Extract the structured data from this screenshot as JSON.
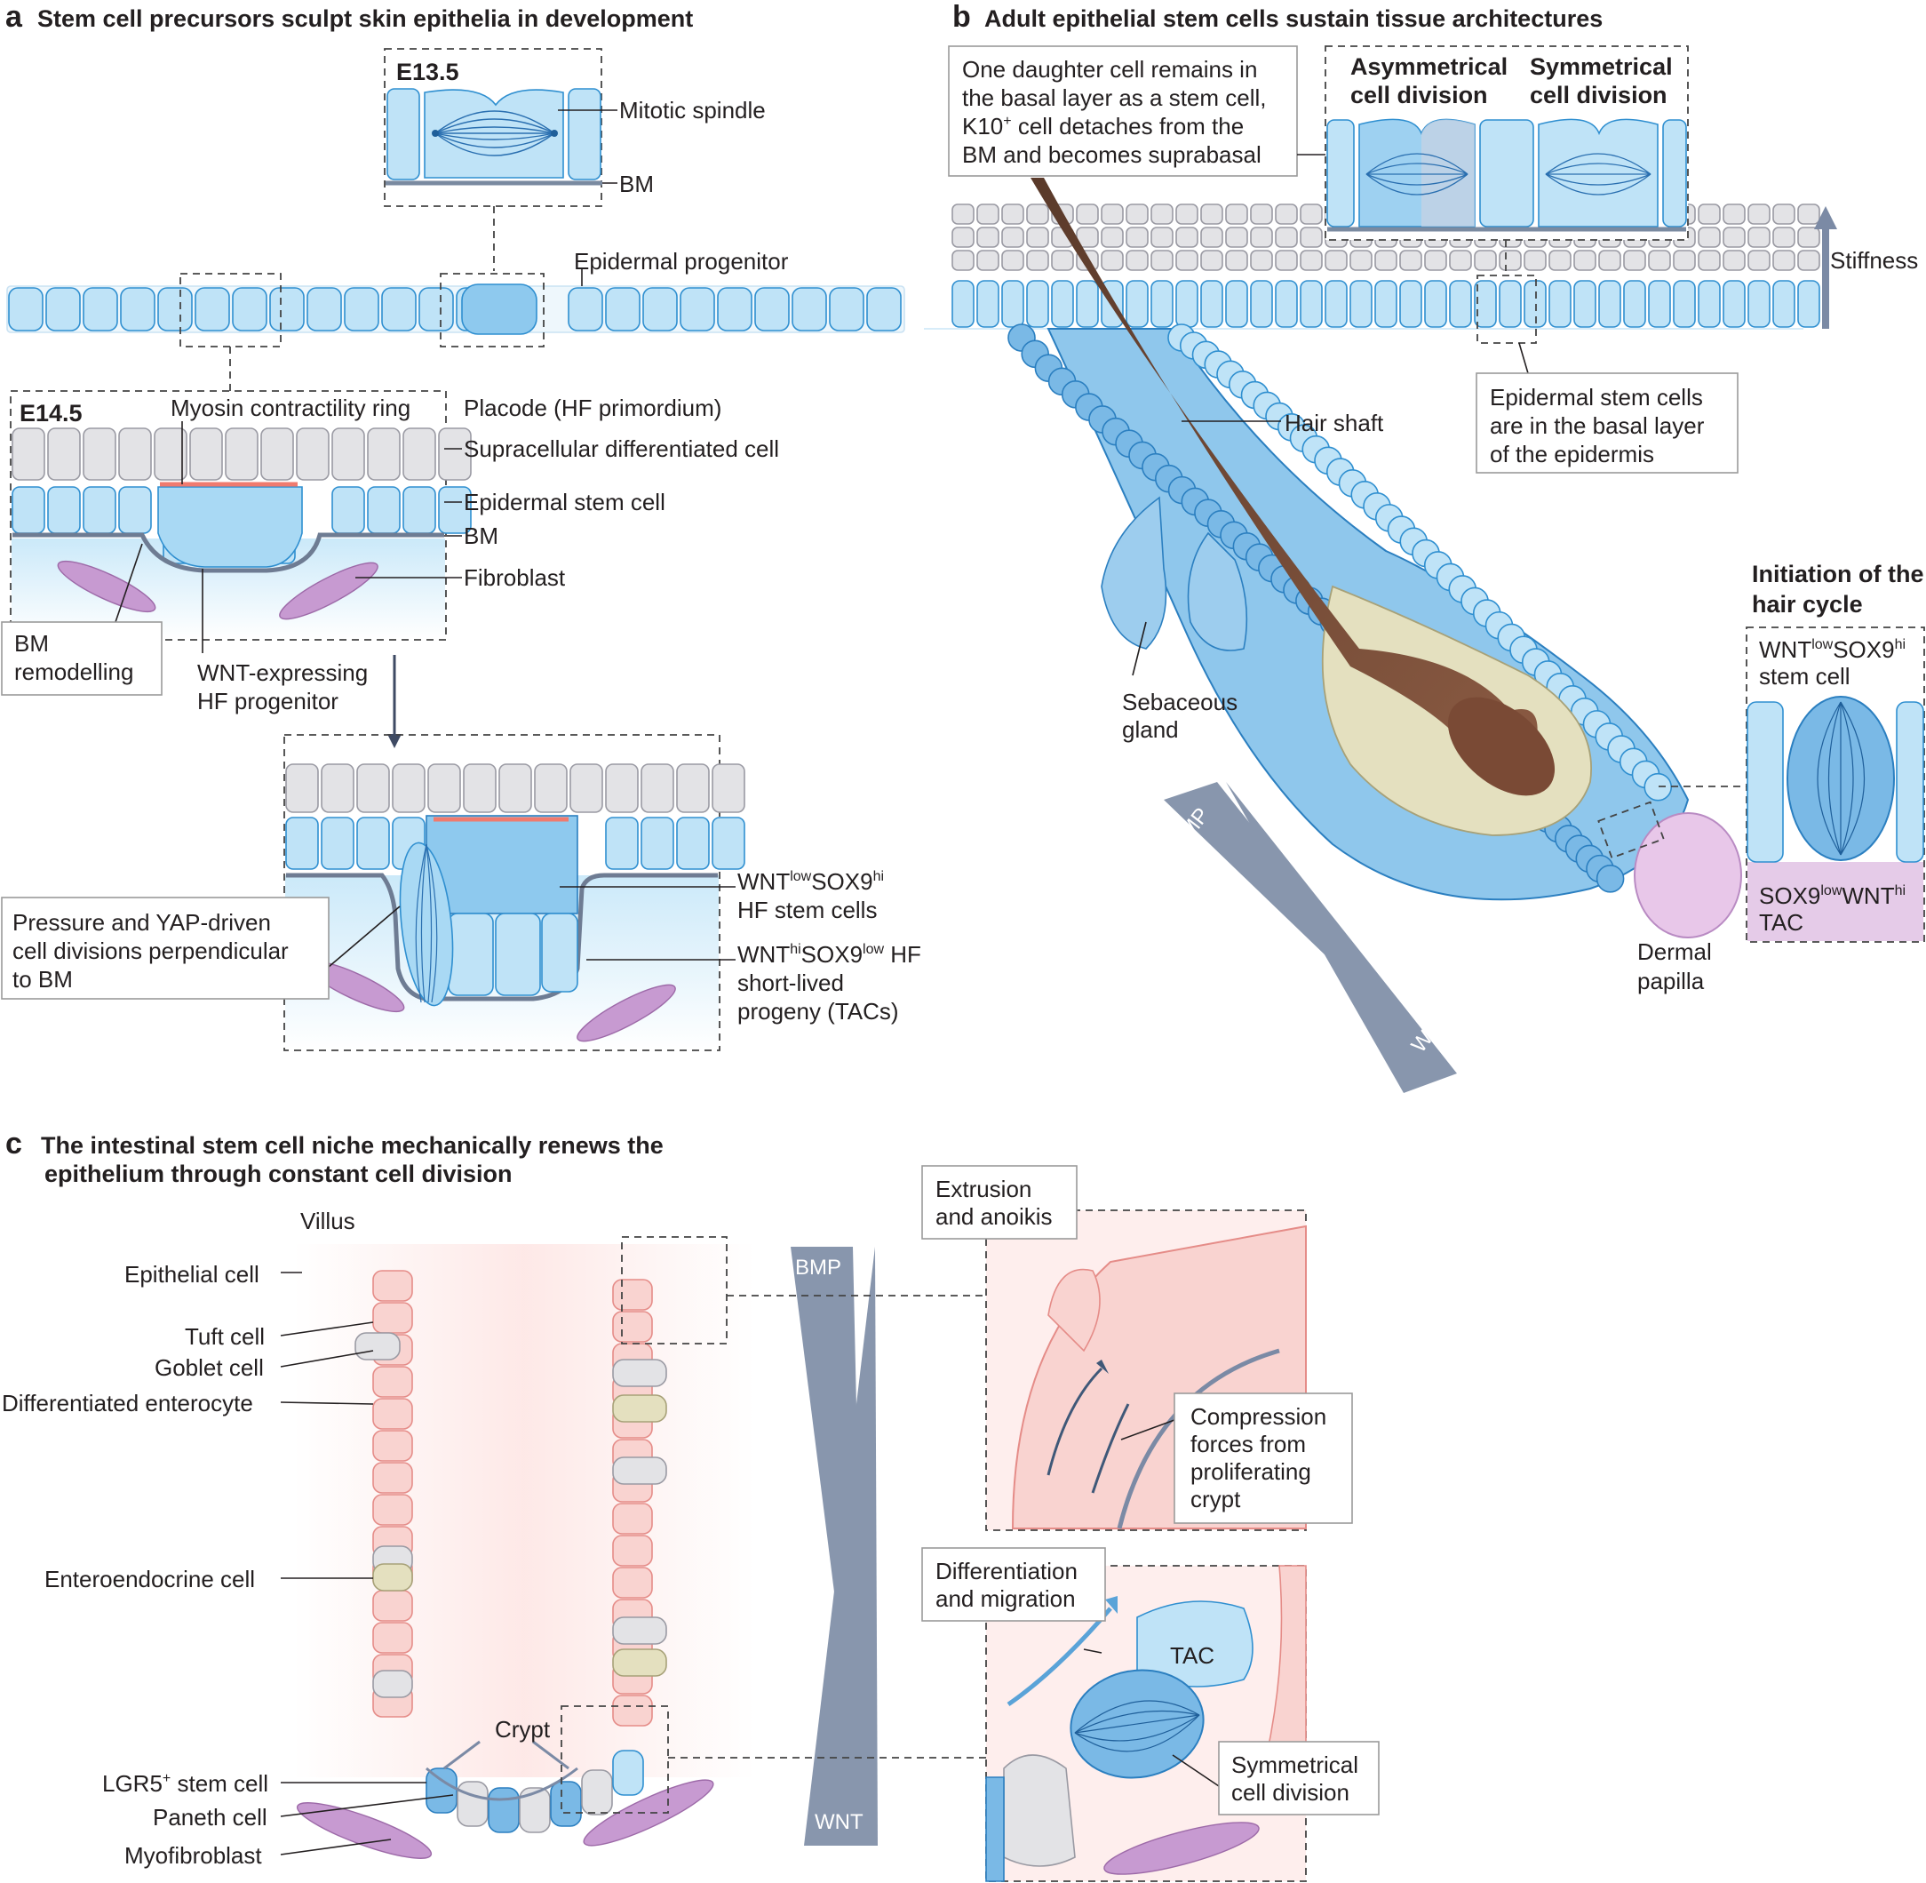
{
  "panel_a": {
    "letter": "a",
    "title": "Stem cell precursors sculpt skin epithelia in development",
    "e135": "E13.5",
    "mitotic_spindle": "Mitotic spindle",
    "bm": "BM",
    "epidermal_progenitor": "Epidermal progenitor",
    "e145": "E14.5",
    "myosin_ring": "Myosin contractility ring",
    "placode": "Placode (HF primordium)",
    "supracellular": "Supracellular differentiated cell",
    "epidermal_stem": "Epidermal stem cell",
    "bm2": "BM",
    "fibroblast": "Fibroblast",
    "bm_remodelling": [
      "BM",
      "remodelling"
    ],
    "wnt_progenitor": [
      "WNT-expressing",
      "HF progenitor"
    ],
    "pressure": [
      "Pressure and YAP-driven",
      "cell divisions perpendicular",
      "to BM"
    ],
    "hf_stem": {
      "pre": "WNT",
      "sup1": "low",
      "mid": "SOX9",
      "sup2": "hi",
      "line2": "HF stem cells"
    },
    "hf_tac": {
      "pre": "WNT",
      "sup1": "hi",
      "mid": "SOX9",
      "sup2": "low",
      "post": " HF",
      "line2": "short-lived",
      "line3": "progeny (TACs)"
    }
  },
  "panel_b": {
    "letter": "b",
    "title": "Adult epithelial stem cells sustain tissue architectures",
    "callout": {
      "l1": "One daughter cell remains in",
      "l2": "the basal layer as a stem cell,",
      "l3pre": "K10",
      "l3sup": "+",
      "l3post": " cell detaches from the",
      "l4": "BM and becomes suprabasal"
    },
    "asym": [
      "Asymmetrical",
      "cell division"
    ],
    "sym": [
      "Symmetrical",
      "cell division"
    ],
    "stiffness": "Stiffness",
    "hair_shaft": "Hair shaft",
    "epi_stem": [
      "Epidermal stem cells",
      "are in the basal layer",
      "of the epidermis"
    ],
    "sebaceous": [
      "Sebaceous",
      "gland"
    ],
    "bmp": "BMP",
    "wnt": "WNT",
    "initiation": [
      "Initiation of the",
      "hair cycle"
    ],
    "stem_cell": {
      "pre": "WNT",
      "sup1": "low",
      "mid": "SOX9",
      "sup2": "hi",
      "line2": "stem cell"
    },
    "tac": {
      "pre": "SOX9",
      "sup1": "low",
      "mid": "WNT",
      "sup2": "hi",
      "line2": "TAC"
    },
    "dermal_papilla": [
      "Dermal",
      "papilla"
    ]
  },
  "panel_c": {
    "letter": "c",
    "title": [
      "The intestinal stem cell niche mechanically renews the",
      "epithelium through constant cell division"
    ],
    "villus": "Villus",
    "epithelial_cell": "Epithelial cell",
    "tuft_cell": "Tuft cell",
    "goblet_cell": "Goblet cell",
    "diff_enterocyte": "Differentiated enterocyte",
    "enteroendocrine": "Enteroendocrine cell",
    "lgr5": {
      "pre": "LGR5",
      "sup": "+",
      "post": " stem cell"
    },
    "paneth": "Paneth cell",
    "myofibroblast": "Myofibroblast",
    "crypt": "Crypt",
    "bmp": "BMP",
    "wnt": "WNT",
    "extrusion": [
      "Extrusion",
      "and anoikis"
    ],
    "compression": [
      "Compression",
      "forces from",
      "proliferating",
      "crypt"
    ],
    "differentiation": [
      "Differentiation",
      "and migration"
    ],
    "tac": "TAC",
    "symmetrical": [
      "Symmetrical",
      "cell division"
    ]
  }
}
